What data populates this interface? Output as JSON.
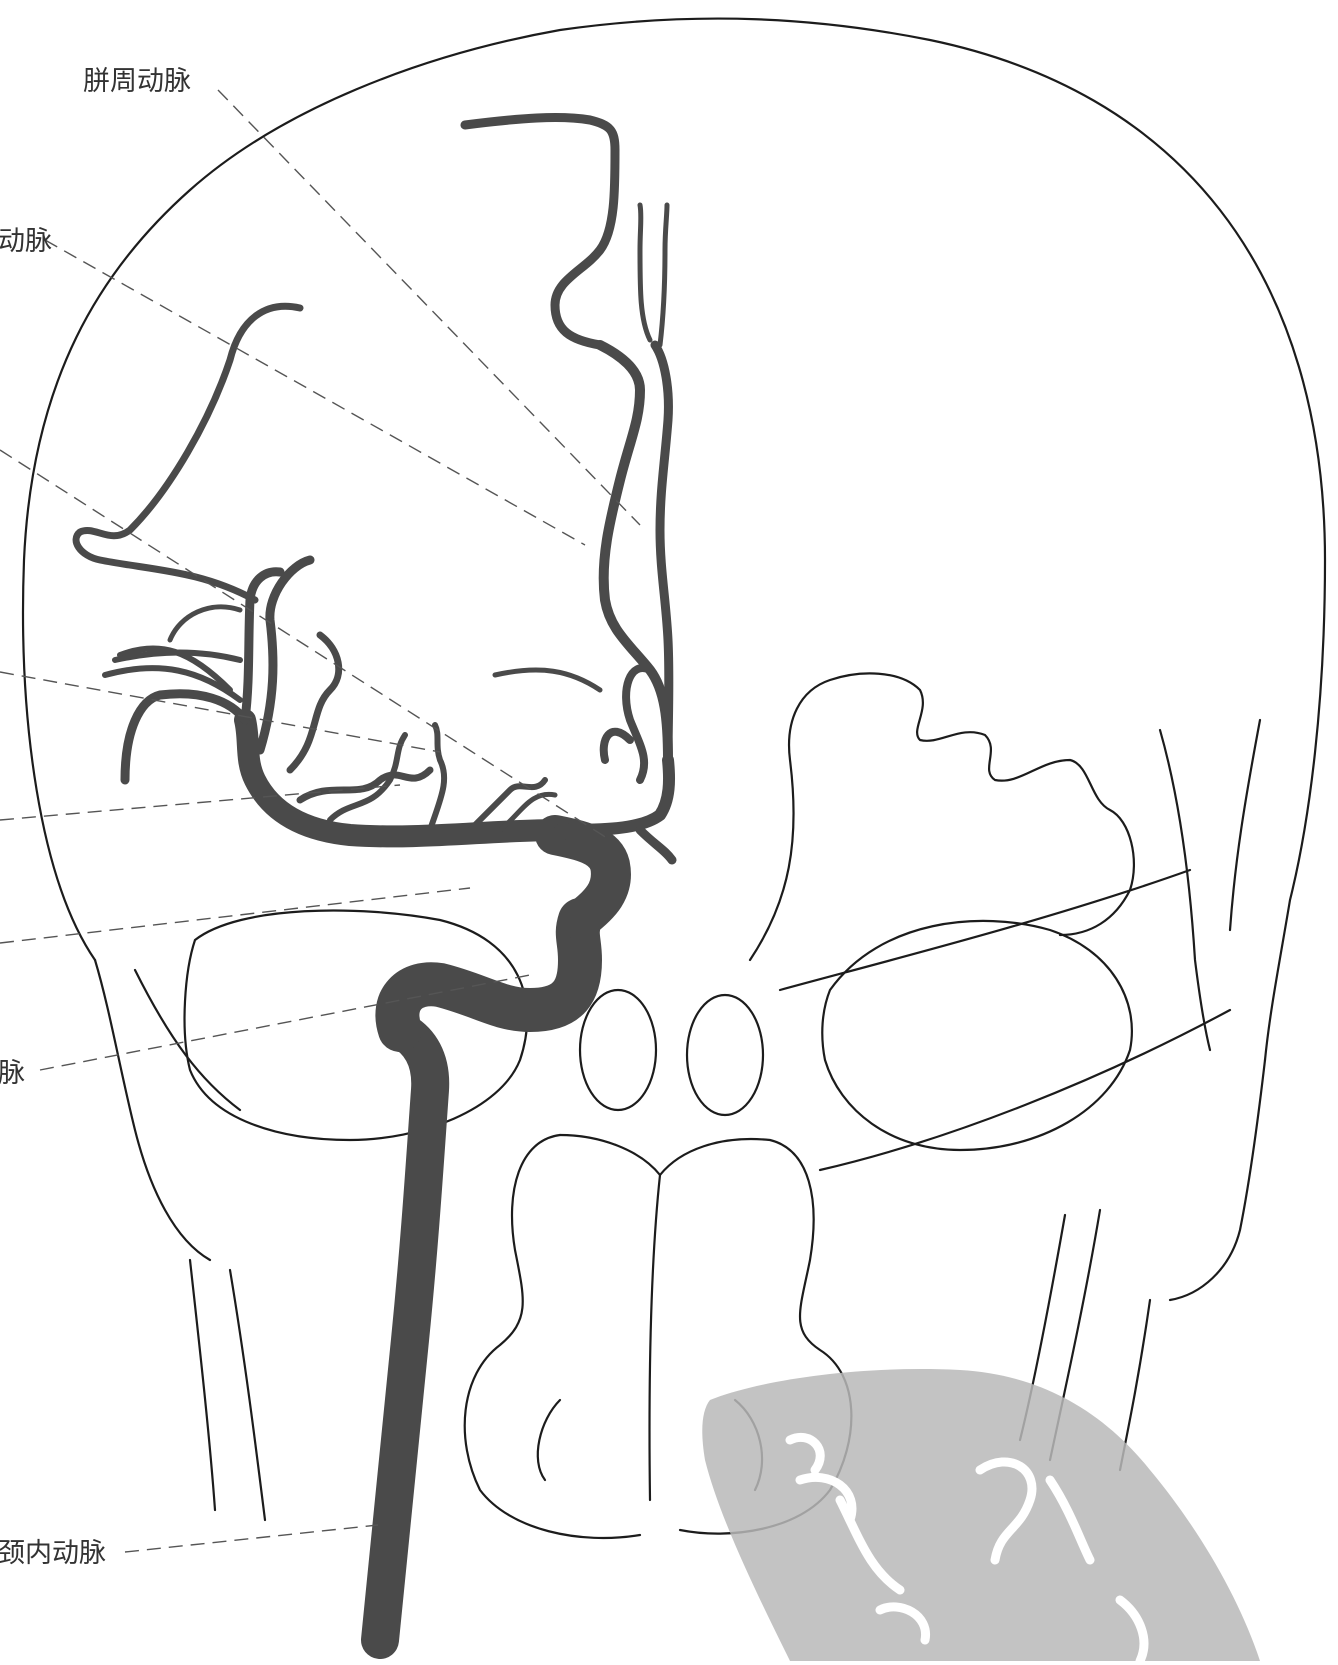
{
  "labels": {
    "pericallosal": "胼周动脉",
    "cut_label_1": "动脉",
    "cut_label_2": "脉",
    "internal_carotid": "颈内动脉"
  },
  "colors": {
    "artery": "#4a4a4a",
    "outline": "#1c1c1c",
    "leader": "#555555",
    "stamp": "#b9b9b9"
  }
}
